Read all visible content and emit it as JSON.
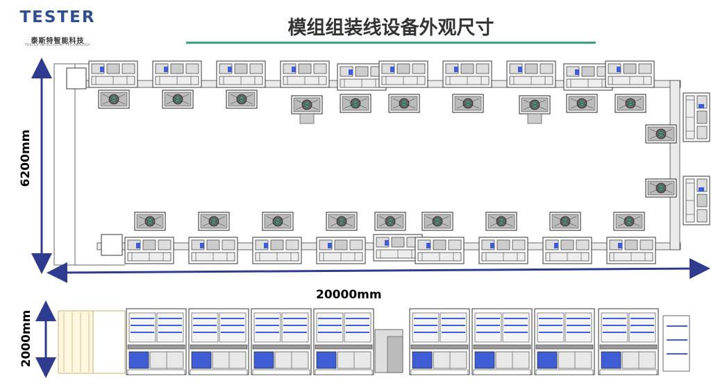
{
  "logo": {
    "brand": "TESTER",
    "cn_name": "泰斯特智能科技",
    "en_name": "TESTER INTELLIGENT TECHNOLOGY"
  },
  "title": "模组组装线设备外观尺寸",
  "dimensions": {
    "height": "6200mm",
    "width": "20000mm",
    "side_height": "2000mm"
  },
  "colors": {
    "title_line": "#3aa17e",
    "arrow": "#2e3b8f",
    "machine_blue": "#3f5ed6",
    "frame": "#555555"
  }
}
